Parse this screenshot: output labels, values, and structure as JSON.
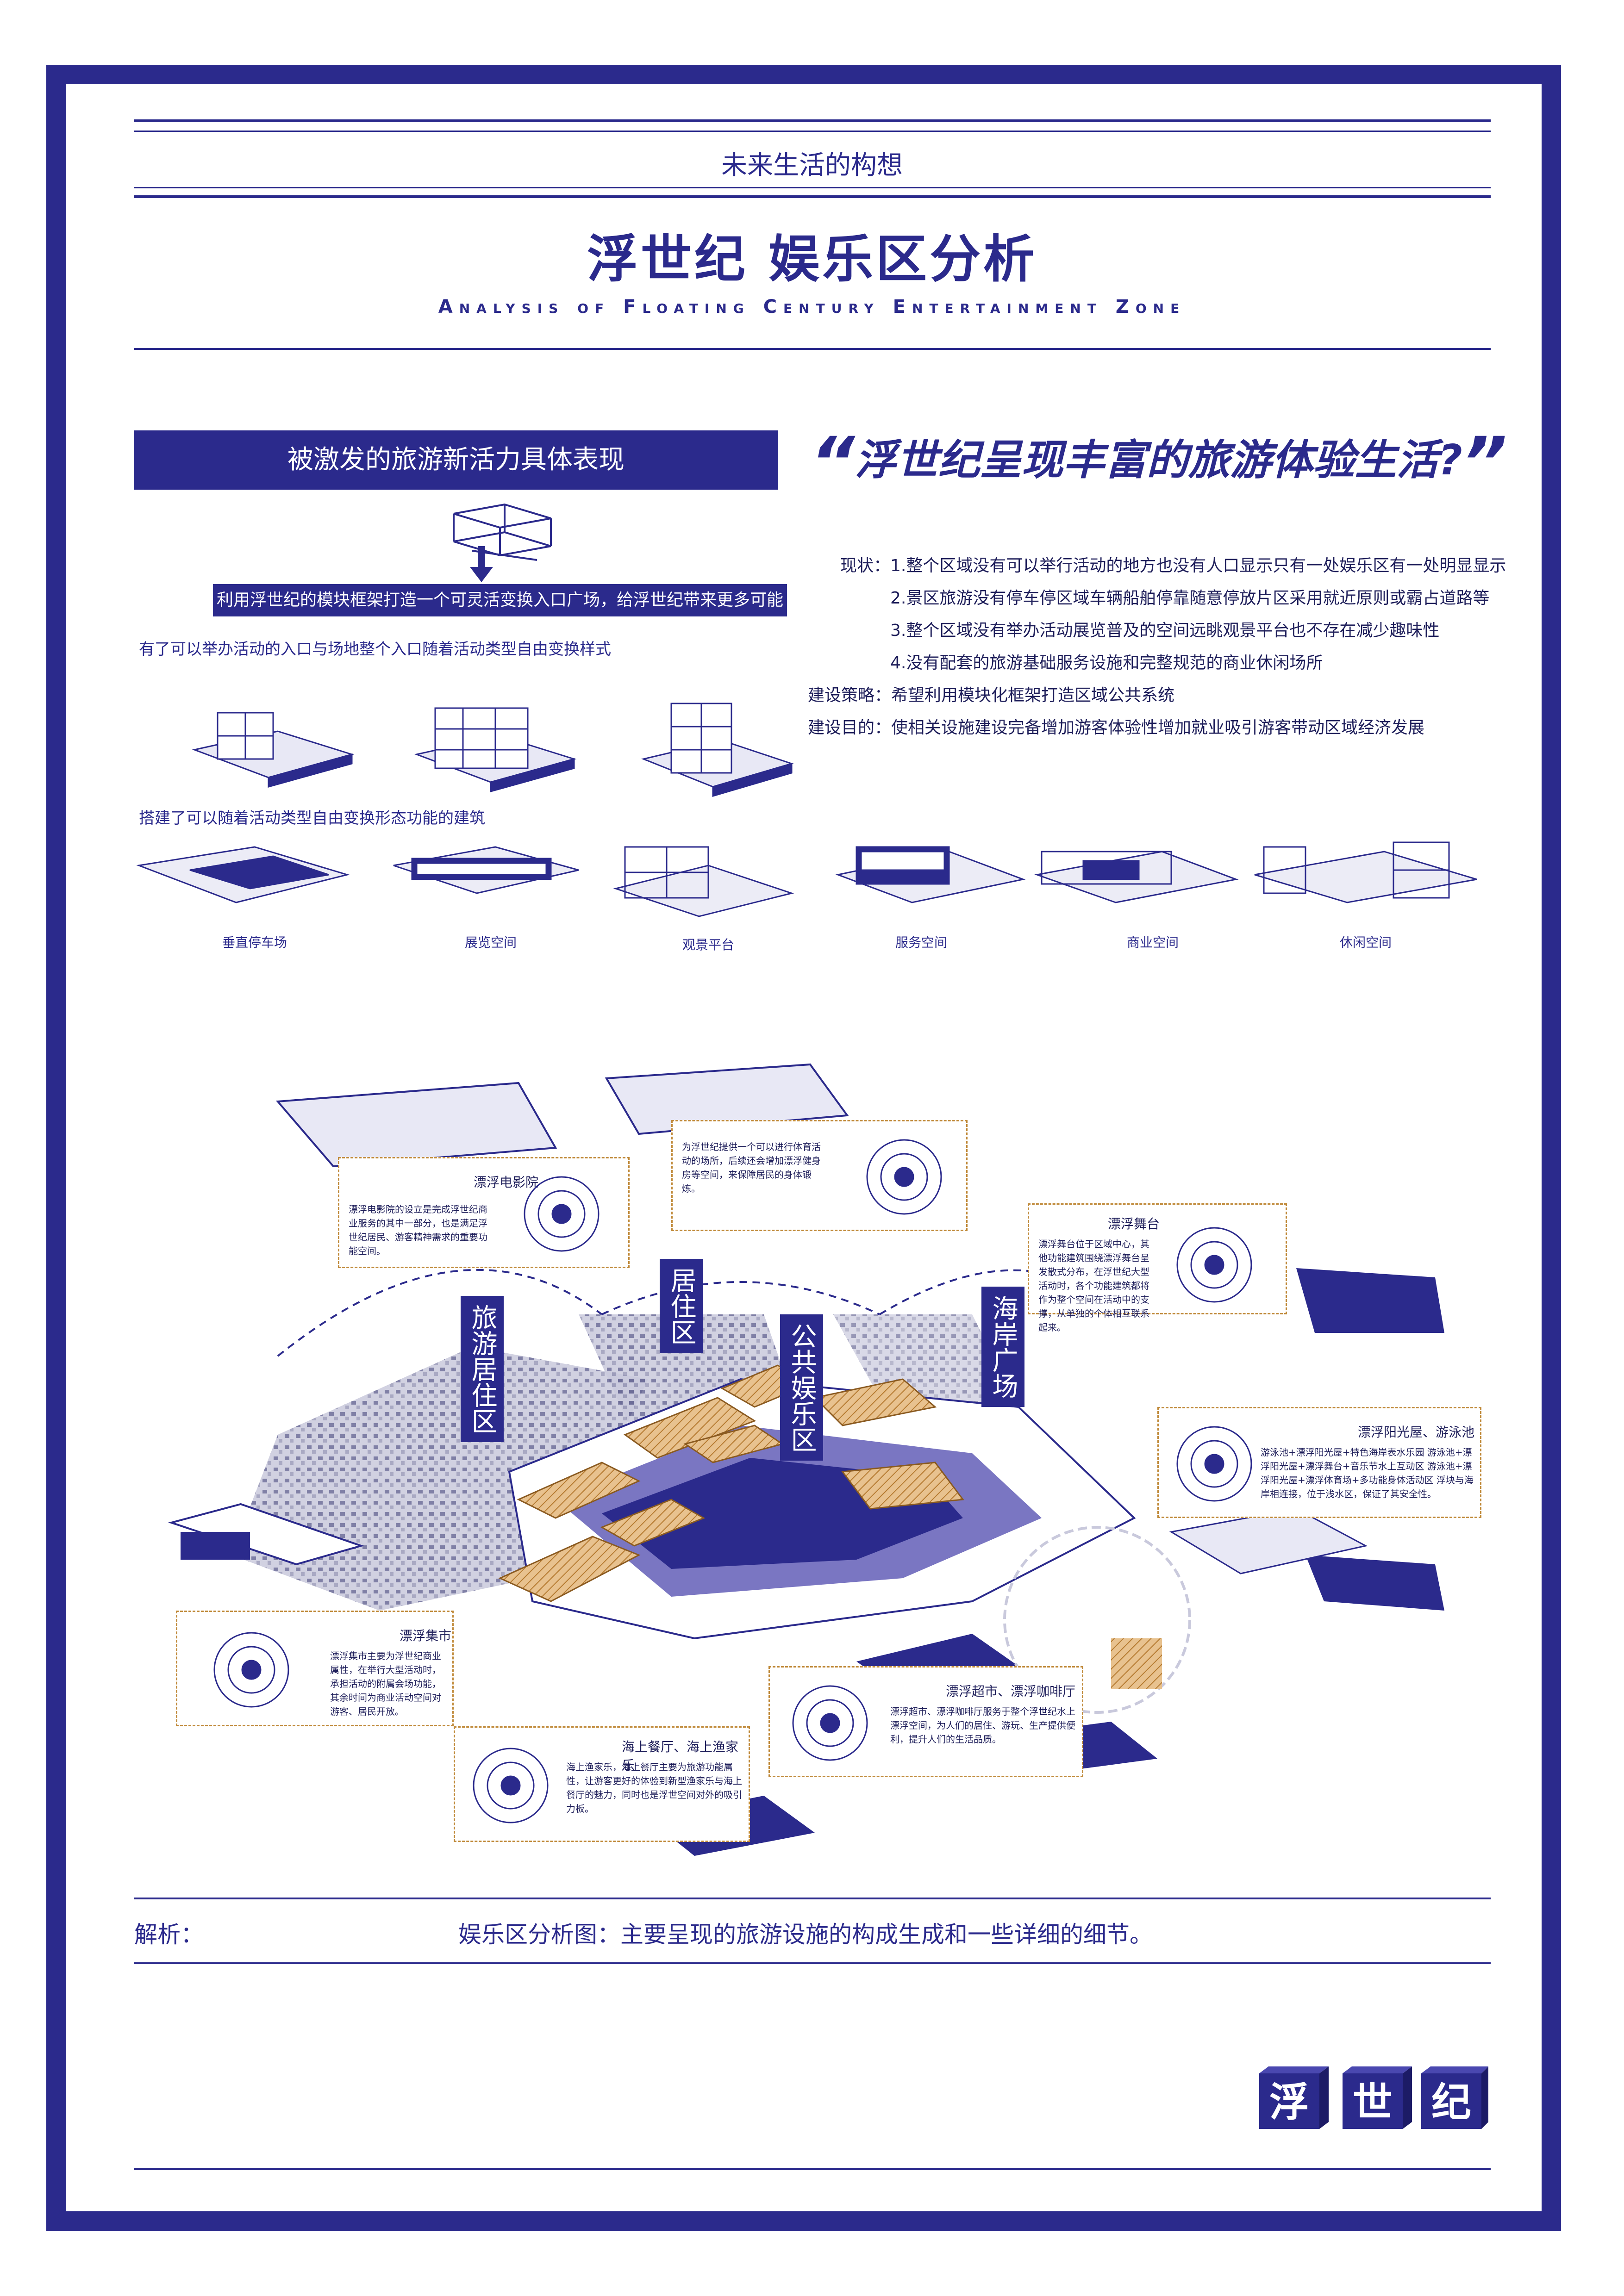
{
  "header": {
    "kicker": "未来生活的构想",
    "title": "浮世纪 娱乐区分析",
    "subtitle": "Analysis of Floating Century Entertainment Zone"
  },
  "left_panel": {
    "band_title": "被激发的旅游新活力具体表现",
    "frame_caption": "利用浮世纪的模块框架打造一个可灵活变换入口广场，给浮世纪带来更多可能性。",
    "entrance_caption": "有了可以举办活动的入口与场地整个入口随着活动类型自由变换样式",
    "building_caption": "搭建了可以随着活动类型自由变换形态功能的建筑",
    "building_types": [
      "垂直停车场",
      "展览空间",
      "观景平台",
      "服务空间",
      "商业空间",
      "休闲空间"
    ]
  },
  "right_panel": {
    "slogan": "浮世纪呈现丰富的旅游体验生活?",
    "facts": [
      "现状：1.整个区域没有可以举行活动的地方也没有人口显示只有一处娱乐区有一处明显显示",
      "2.景区旅游没有停车停区域车辆船舶停靠随意停放片区采用就近原则或霸占道路等",
      "3.整个区域没有举办活动展览普及的空间远眺观景平台也不存在减少趣味性",
      "4.没有配套的旅游基础服务设施和完整规范的商业休闲场所",
      "建设策略：希望利用模块化框架打造区域公共系统",
      "建设目的：使相关设施建设完备增加游客体验性增加就业吸引游客带动区域经济发展"
    ]
  },
  "zones": [
    "旅游居住区",
    "居住区",
    "公共娱乐区",
    "海岸广场"
  ],
  "facilities": [
    {
      "name": "漂浮电影院",
      "text": "漂浮电影院的设立是完成浮世纪商业服务的其中一部分，也是满足浮世纪居民、游客精神需求的重要功能空间。"
    },
    {
      "name": "漂浮舞台",
      "text": "漂浮舞台位于区域中心，其他功能建筑围绕漂浮舞台呈发散式分布，在浮世纪大型活动时，各个功能建筑都将作为整个空间在活动中的支撑，从单独的个体相互联系起来。"
    },
    {
      "name": "漂浮阳光屋、游泳池",
      "text": "游泳池+漂浮阳光屋+特色海岸表水乐园 游泳池+漂浮阳光屋+漂浮舞台+音乐节水上互动区 游泳池+漂浮阳光屋+漂浮体育场+多功能身体活动区 浮块与海岸相连接，位于浅水区，保证了其安全性。"
    },
    {
      "name": "漂浮集市",
      "text": "漂浮集市主要为浮世纪商业属性，在举行大型活动时，承担活动的附属会场功能，其余时间为商业活动空间对游客、居民开放。"
    },
    {
      "name": "海上餐厅、海上渔家乐",
      "text": "海上渔家乐，海上餐厅主要为旅游功能属性，让游客更好的体验到新型渔家乐与海上餐厅的魅力，同时也是浮世空间对外的吸引力板。"
    },
    {
      "name": "漂浮超市、漂浮咖啡厅",
      "text": "漂浮超市、漂浮咖啡厅服务于整个浮世纪水上漂浮空间，为人们的居住、游玩、生产提供便利，提升人们的生活品质。"
    },
    {
      "name": "",
      "text": "为浮世纪提供一个可以进行体育活动的场所，后续还会增加漂浮健身房等空间，来保障居民的身体锻炼。"
    }
  ],
  "analysis": {
    "label": "解析：",
    "text": "娱乐区分析图：主要呈现的旅游设施的构成生成和一些详细的细节。"
  },
  "logo": {
    "chars": [
      "浮",
      "世",
      "纪"
    ]
  },
  "colors": {
    "navy": "#2b2a8c",
    "gold": "#d9a35a",
    "dashed": "#c08a3a"
  }
}
